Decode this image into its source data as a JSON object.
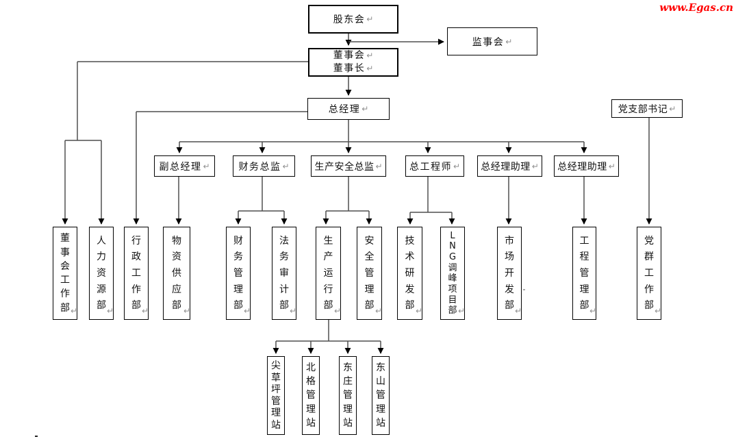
{
  "watermark": {
    "text": "www.Egas.cn",
    "color": "#FF0000"
  },
  "marks": {
    "ret": "↵"
  },
  "nodes": {
    "shareholders": "股东会",
    "supervisory_board": "监事会",
    "board_line1": "董事会",
    "board_line2": "董事长",
    "general_manager": "总经理",
    "party_branch_secretary": "党支部书记",
    "managers": [
      {
        "label": "副总经理"
      },
      {
        "label": "财务总监"
      },
      {
        "label": "生产安全总监"
      },
      {
        "label": "总工程师"
      },
      {
        "label": "总经理助理"
      },
      {
        "label": "总经理助理"
      }
    ],
    "departments": [
      {
        "label": "董事会工作部"
      },
      {
        "label": "人力资源部"
      },
      {
        "label": "行政工作部"
      },
      {
        "label": "物资供应部"
      },
      {
        "label": "财务管理部"
      },
      {
        "label": "法务审计部"
      },
      {
        "label": "生产运行部"
      },
      {
        "label": "安全管理部"
      },
      {
        "label": "技术研发部"
      },
      {
        "label": "LNG调峰项目部"
      },
      {
        "label": "市场开发部"
      },
      {
        "label": "工程管理部"
      },
      {
        "label": "党群工作部"
      }
    ],
    "stations": [
      {
        "label": "尖草坪管理站"
      },
      {
        "label": "北格管理站"
      },
      {
        "label": "东庄管理站"
      },
      {
        "label": "东山管理站"
      }
    ]
  },
  "edges": [
    "股东会→董事会董事长",
    "股东会→监事会",
    "董事会董事长→总经理",
    "董事会董事长→董事会工作部",
    "董事会董事长→人力资源部",
    "总经理→行政工作部",
    "总经理→副总经理",
    "总经理→财务总监",
    "总经理→生产安全总监",
    "总经理→总工程师",
    "总经理→总经理助理",
    "副总经理→物资供应部",
    "财务总监→财务管理部",
    "财务总监→法务审计部",
    "生产安全总监→生产运行部",
    "生产安全总监→安全管理部",
    "总工程师→技术研发部",
    "总工程师→LNG调峰项目部",
    "总经理助理→市场开发部",
    "总经理助理→工程管理部",
    "党支部书记→党群工作部",
    "生产运行部→尖草坪管理站",
    "生产运行部→北格管理站",
    "生产运行部→东庄管理站",
    "生产运行部→东山管理站"
  ],
  "colors": {
    "line": "#4f4f4f",
    "arrow": "#000000",
    "border": "#000000"
  }
}
